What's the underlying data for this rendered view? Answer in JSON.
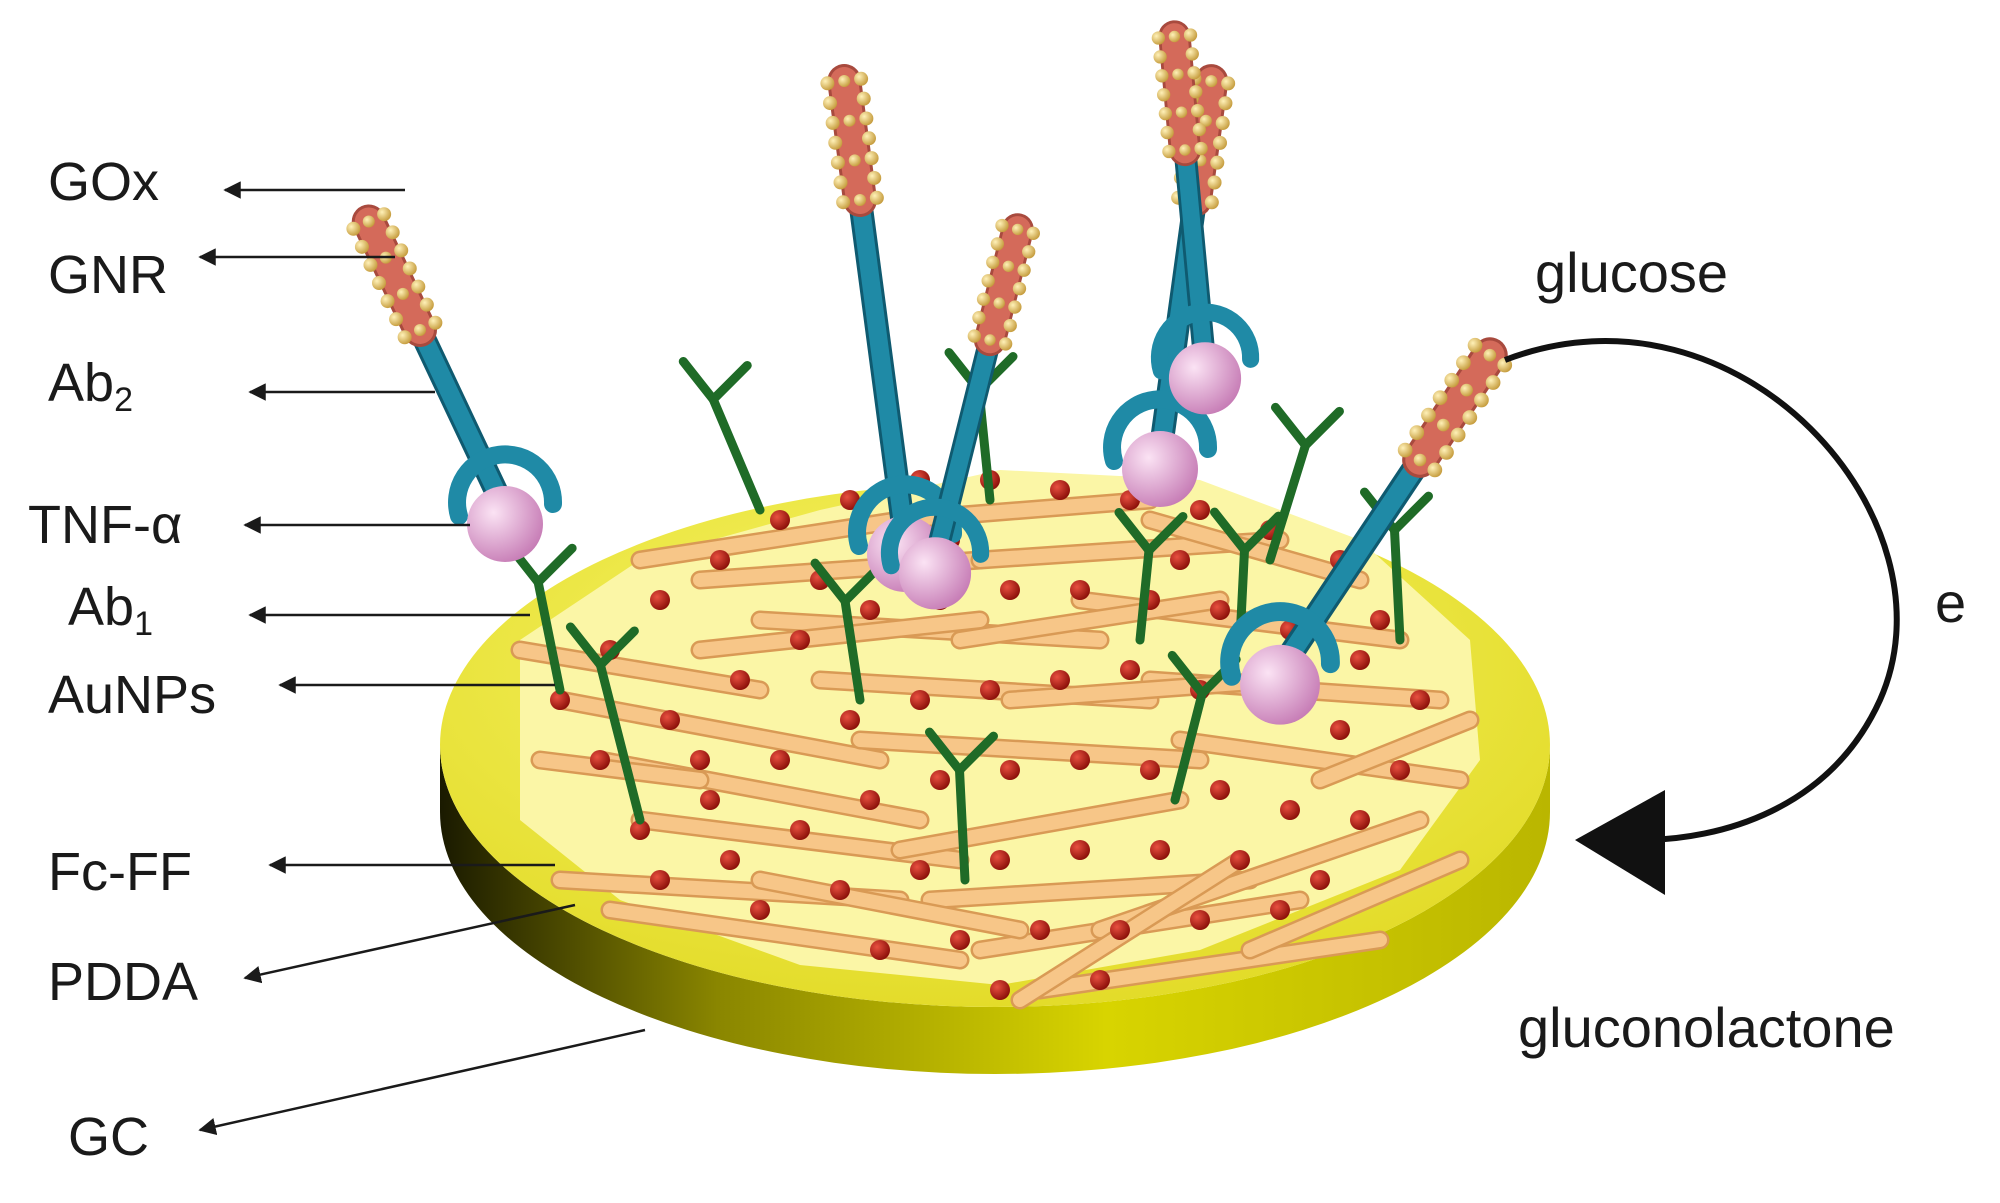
{
  "labels": {
    "gox": "GOx",
    "gnr": "GNR",
    "ab2": {
      "base": "Ab",
      "sub": "2"
    },
    "tnf": "TNF-α",
    "ab1": {
      "base": "Ab",
      "sub": "1"
    },
    "aunps": "AuNPs",
    "fcff": "Fc-FF",
    "pdda": "PDDA",
    "gc": "GC"
  },
  "cycle": {
    "glucose": "glucose",
    "electron": "e",
    "gluconolactone": "gluconolactone"
  },
  "colors": {
    "electrode_top": "#f2ee3c",
    "electrode_side": "#c8c400",
    "electrode_dark": "#1e1e00",
    "pdda": "#fbf6a6",
    "fiber": "#f7c688",
    "fiber_edge": "#d99a55",
    "aunp": "#b81a10",
    "ab1": "#1f6b27",
    "ab2_stalk": "#1f8aa6",
    "tnf": "#e9a9d6",
    "gnr": "#d46a5a",
    "gold_bead": "#e8c56a"
  }
}
